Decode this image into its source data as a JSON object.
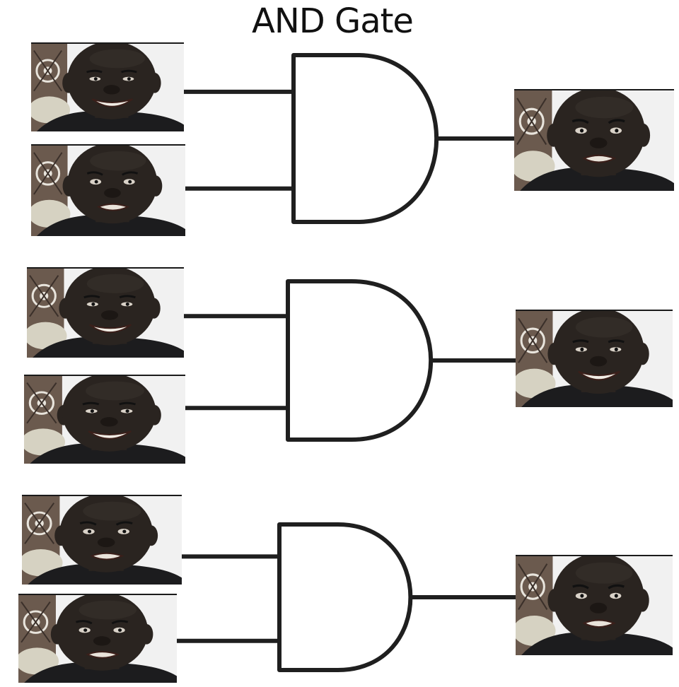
{
  "title": "AND Gate",
  "colors": {
    "wire": "#1f1f1f",
    "background": "#ffffff",
    "skin": "#2a2420",
    "shirt": "#1c1c1e",
    "wall": "#f1f1f1",
    "tapestry": "#6b5a4e",
    "cushion": "#d6d2c2"
  },
  "gates": [
    {
      "name": "gate-1",
      "inputs": [
        "smiling",
        "worried"
      ],
      "output": "worried"
    },
    {
      "name": "gate-2",
      "inputs": [
        "smiling",
        "smiling"
      ],
      "output": "smiling"
    },
    {
      "name": "gate-3",
      "inputs": [
        "worried",
        "worried"
      ],
      "output": "worried"
    }
  ]
}
